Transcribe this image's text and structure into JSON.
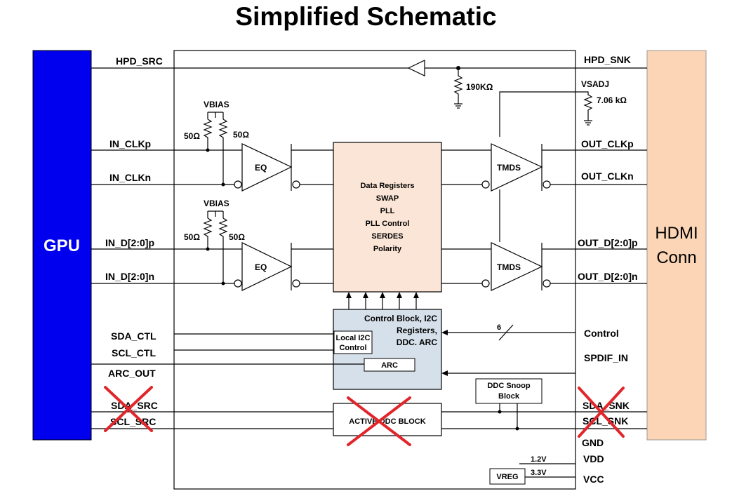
{
  "title": "Simplified Schematic",
  "blocks": {
    "gpu": "GPU",
    "hdmi_line1": "HDMI",
    "hdmi_line2": "Conn",
    "core_lines": [
      "Data Registers",
      "SWAP",
      "PLL",
      "PLL Control",
      "SERDES",
      "Polarity"
    ],
    "control_lines": [
      "Control Block, I2C",
      "Registers,",
      "DDC. ARC"
    ],
    "local_i2c_lines": [
      "Local I2C",
      "Control"
    ],
    "arc": "ARC",
    "ddc_snoop_lines": [
      "DDC Snoop",
      "Block"
    ],
    "active_ddc": "ACTIVE DDC BLOCK",
    "vreg": "VREG"
  },
  "components": {
    "eq": "EQ",
    "tmds": "TMDS",
    "vbias": "VBIAS",
    "r50": "50Ω",
    "r190k": "190KΩ",
    "vsadj": "VSADJ",
    "r706k": "7.06 kΩ",
    "bus_width": "6",
    "v12": "1.2V",
    "v33": "3.3V"
  },
  "left_pins": {
    "hpd_src": "HPD_SRC",
    "in_clkp": "IN_CLKp",
    "in_clkn": "IN_CLKn",
    "in_dp": "IN_D[2:0]p",
    "in_dn": "IN_D[2:0]n",
    "sda_ctl": "SDA_CTL",
    "scl_ctl": "SCL_CTL",
    "arc_out": "ARC_OUT",
    "sda_src": "SDA_SRC",
    "scl_src": "SCL_SRC"
  },
  "right_pins": {
    "hpd_snk": "HPD_SNK",
    "out_clkp": "OUT_CLKp",
    "out_clkn": "OUT_CLKn",
    "out_dp": "OUT_D[2:0]p",
    "out_dn": "OUT_D[2:0]n",
    "control": "Control",
    "spdif_in": "SPDIF_IN",
    "sda_snk": "SDA_SNK",
    "scl_snk": "SCL_SNK",
    "gnd": "GND",
    "vdd": "VDD",
    "vcc": "VCC"
  },
  "colors": {
    "gpu": "#0000ee",
    "hdmi": "#fbd5b5",
    "core": "#fbe5d6",
    "control": "#d6e0ea",
    "strike": "#e0262b"
  }
}
